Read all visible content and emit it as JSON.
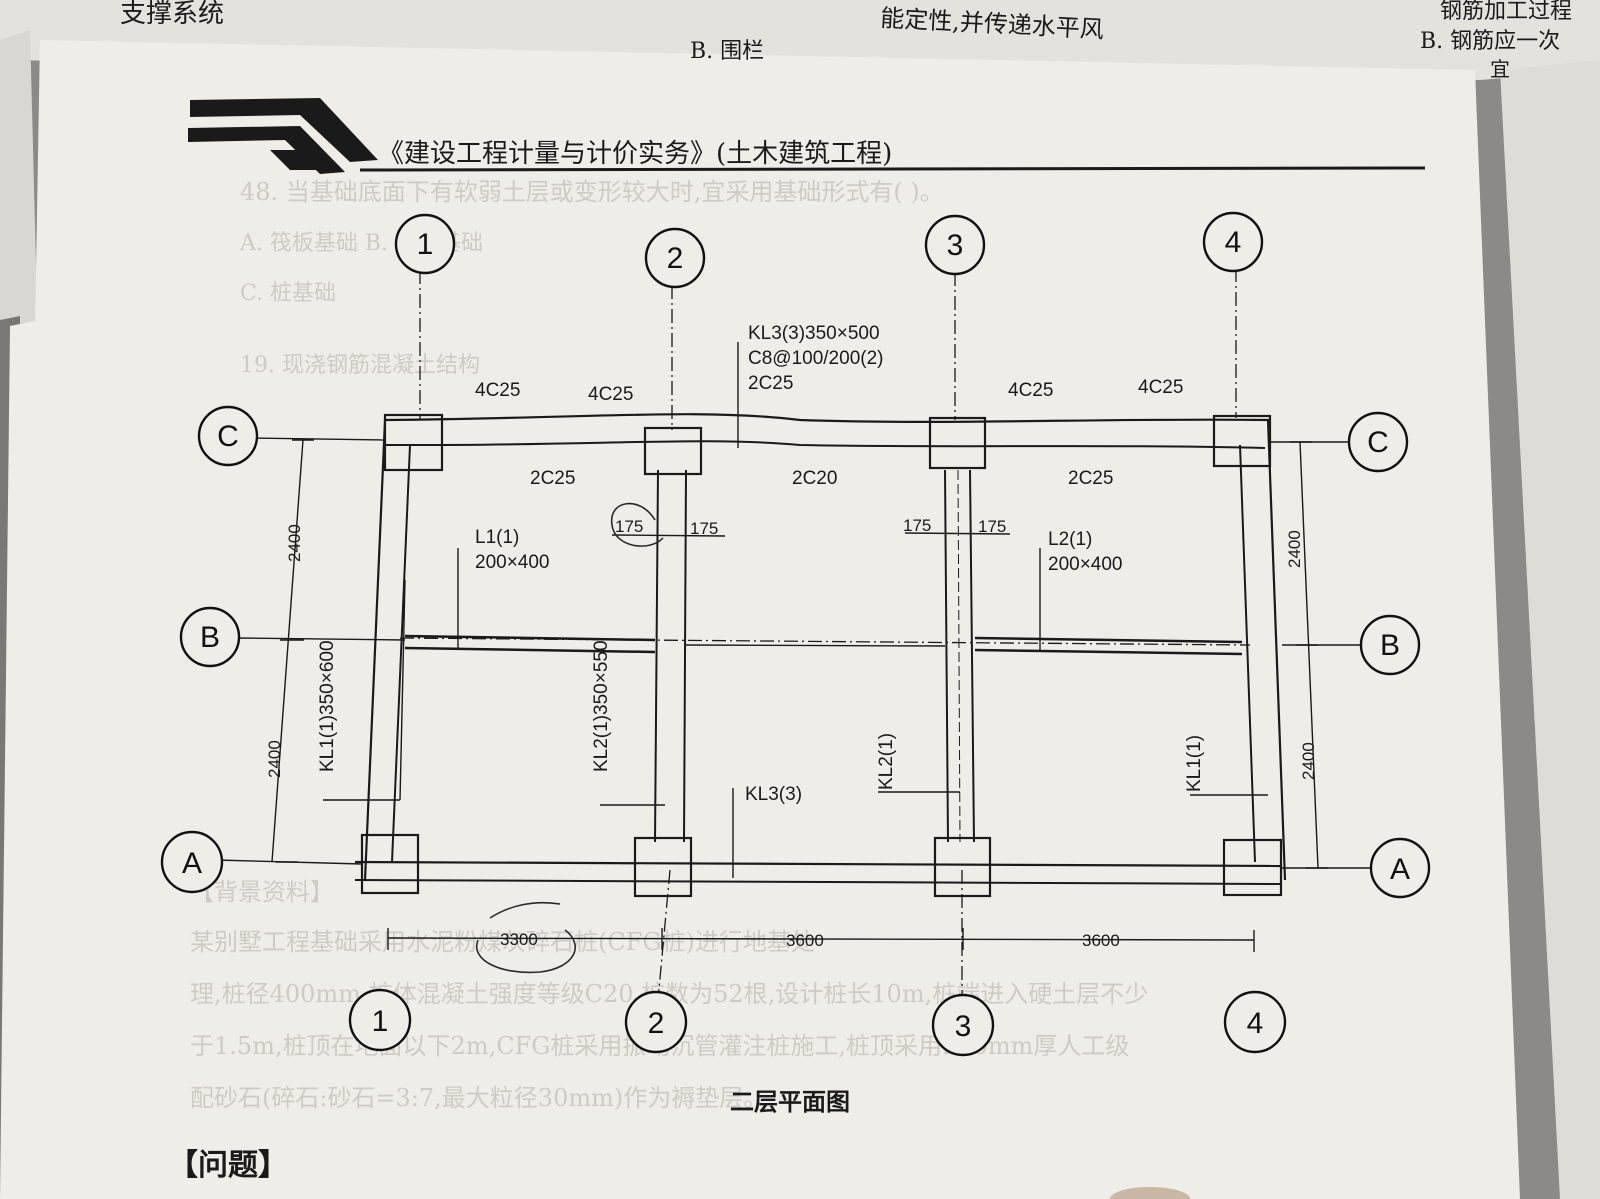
{
  "header": {
    "title": "《建设工程计量与计价实务》(土木建筑工程)"
  },
  "page_top": {
    "left_fragment": "支撑系统",
    "mid_fragment_1": "B. 围栏",
    "mid_fragment_2": "能定性,并传递水平风",
    "right_fragment_1": "钢筋加工过程",
    "right_fragment_2": "B. 钢筋应一次",
    "right_fragment_3": "宜"
  },
  "axes": {
    "cols": [
      "1",
      "2",
      "3",
      "4"
    ],
    "rows": [
      "C",
      "B",
      "A"
    ]
  },
  "dimensions": {
    "bottom": [
      "3300",
      "3600",
      "3600"
    ],
    "left": [
      "2400",
      "2400"
    ],
    "right": [
      "2400",
      "2400"
    ],
    "offsets": [
      "175",
      "175",
      "175",
      "175"
    ]
  },
  "beams": {
    "kl3_top": "KL3(3)350×500",
    "kl3_stirrup": "C8@100/200(2)",
    "kl3_top_bars": "2C25",
    "kl3_bottom": "KL3(3)",
    "kl1_left": "KL1(1)350×600",
    "kl1_right": "KL1(1)",
    "kl2_left": "KL2(1)350×550",
    "kl2_right": "KL2(1)",
    "l1_name": "L1(1)",
    "l1_size": "200×400",
    "l2_name": "L2(1)",
    "l2_size": "200×400"
  },
  "rebar": {
    "top_1": "4C25",
    "top_2": "4C25",
    "top_3": "4C25",
    "top_4": "4C25",
    "span_1": "2C25",
    "span_2": "2C20",
    "span_3": "2C25"
  },
  "drawing": {
    "title": "二层平面图"
  },
  "footer": {
    "question": "【问题】"
  },
  "colors": {
    "paper": "#efede7",
    "ink": "#1a1a1a",
    "background": "#8c8a86"
  }
}
